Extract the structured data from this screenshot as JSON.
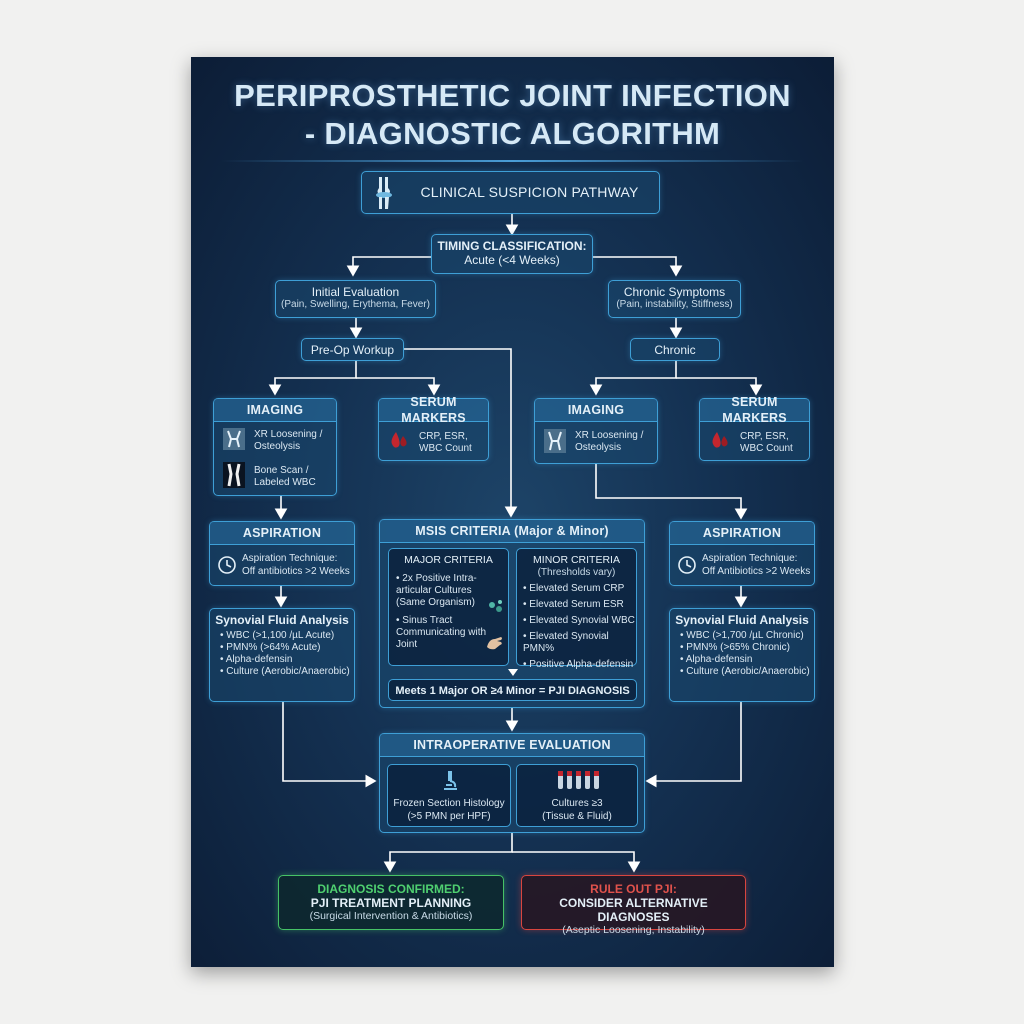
{
  "title": {
    "line1": "PERIPROSTHETIC JOINT INFECTION",
    "line2": "- DIAGNOSTIC ALGORITHM"
  },
  "colors": {
    "accent": "#3e9fd6",
    "background": "#143152",
    "confirm": "#46c266",
    "rule_out": "#d9453f"
  },
  "icons": [
    "knee-joint-icon",
    "xray-icon",
    "bone-scan-icon",
    "blood-drop-icon",
    "clock-icon",
    "bacteria-icon",
    "hand-icon",
    "microscope-icon",
    "test-tubes-icon"
  ],
  "pathway": {
    "label": "CLINICAL SUSPICION PATHWAY"
  },
  "timing": {
    "line1": "TIMING CLASSIFICATION:",
    "line2": "Acute (<4 Weeks)"
  },
  "acute": {
    "initial_eval": {
      "title": "Initial Evaluation",
      "sub": "(Pain, Swelling, Erythema, Fever)"
    },
    "preop": "Pre-Op Workup",
    "imaging": {
      "title": "IMAGING",
      "item1": "XR Loosening / Osteolysis",
      "item2": "Bone Scan / Labeled WBC"
    },
    "serum": {
      "title": "SERUM MARKERS",
      "text": "CRP, ESR, WBC Count"
    },
    "aspiration": {
      "title": "ASPIRATION",
      "line1": "Aspiration Technique:",
      "line2": "Off antibiotics >2 Weeks"
    },
    "synovial": {
      "title": "Synovial Fluid Analysis",
      "items": [
        "WBC (>1,100 /µL Acute)",
        "PMN% (>64% Acute)",
        "Alpha-defensin",
        "Culture (Aerobic/Anaerobic)"
      ]
    }
  },
  "chronic": {
    "symptoms": {
      "title": "Chronic Symptoms",
      "sub": "(Pain, instability, Stiffness)"
    },
    "label": "Chronic",
    "imaging": {
      "title": "IMAGING",
      "text": "XR Loosening / Osteolysis"
    },
    "serum": {
      "title": "SERUM MARKERS",
      "text": "CRP, ESR, WBC Count"
    },
    "aspiration": {
      "title": "ASPIRATION",
      "line1": "Aspiration Technique:",
      "line2": "Off Antibiotics >2 Weeks"
    },
    "synovial": {
      "title": "Synovial Fluid Analysis",
      "items": [
        "WBC (>1,700 /µL Chronic)",
        "PMN% (>65% Chronic)",
        "Alpha-defensin",
        "Culture (Aerobic/Anaerobic)"
      ]
    }
  },
  "msis": {
    "title": "MSIS CRITERIA (Major & Minor)",
    "major": {
      "title": "MAJOR CRITERIA",
      "items": [
        "2x Positive Intra-articular Cultures (Same Organism)",
        "Sinus Tract Communicating with Joint"
      ]
    },
    "minor": {
      "title": "MINOR CRITERIA",
      "sub": "(Thresholds vary)",
      "items": [
        "Elevated Serum CRP",
        "Elevated Serum ESR",
        "Elevated Synovial WBC",
        "Elevated Synovial PMN%",
        "Positive Alpha-defensin"
      ]
    },
    "rule": "Meets 1 Major OR ≥4 Minor = PJI DIAGNOSIS"
  },
  "intraop": {
    "title": "INTRAOPERATIVE EVALUATION",
    "frozen": {
      "line1": "Frozen Section Histology",
      "line2": "(>5 PMN per HPF)"
    },
    "cultures": {
      "line1": "Cultures ≥3",
      "line2": "(Tissue & Fluid)"
    }
  },
  "outcomes": {
    "confirmed": {
      "line1": "DIAGNOSIS CONFIRMED:",
      "line2": "PJI TREATMENT PLANNING",
      "line3": "(Surgical Intervention & Antibiotics)"
    },
    "rule_out": {
      "line1": "RULE OUT PJI:",
      "line2": "CONSIDER ALTERNATIVE DIAGNOSES",
      "line3": "(Aseptic Loosening, Instability)"
    }
  }
}
